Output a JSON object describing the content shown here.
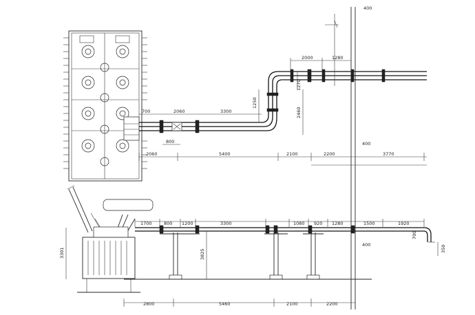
{
  "plan_view": {
    "dims": {
      "d2000_top": "2000",
      "d1280_top": "1280",
      "d1270": "1270",
      "d1250": "1250",
      "d2460": "2460",
      "d700": "700",
      "d2060": "2060",
      "d3300": "3300",
      "d800": "800",
      "d400_mid": "400",
      "d2060_low": "2060",
      "d5400": "5400",
      "d2100": "2100",
      "d2200": "2200",
      "d3770": "3770"
    }
  },
  "elevation_view": {
    "dims": {
      "d400_top": "400",
      "d1700": "1700",
      "d800": "800",
      "d1200": "1200",
      "d3300": "3300",
      "d1080": "1080",
      "d920": "920",
      "d1280": "1280",
      "d1500": "1500",
      "d1920": "1920",
      "d700": "700",
      "d350": "350",
      "d400_low": "400",
      "d3301": "3301",
      "d3825": "3825",
      "d2800": "2800",
      "d5460": "5460",
      "d2100": "2100",
      "d2200": "2200"
    }
  }
}
